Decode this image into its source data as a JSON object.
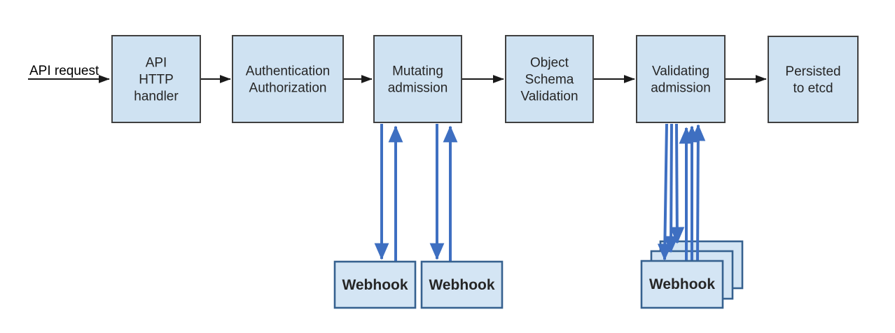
{
  "flow": {
    "request_label": "API request",
    "nodes": [
      {
        "name": "api-http-handler",
        "lines": [
          "API",
          "HTTP",
          "handler"
        ]
      },
      {
        "name": "authentication-authorization",
        "lines": [
          "Authentication",
          "Authorization"
        ]
      },
      {
        "name": "mutating-admission",
        "lines": [
          "Mutating",
          "admission"
        ]
      },
      {
        "name": "object-schema-validation",
        "lines": [
          "Object",
          "Schema",
          "Validation"
        ]
      },
      {
        "name": "validating-admission",
        "lines": [
          "Validating",
          "admission"
        ]
      },
      {
        "name": "persisted-to-etcd",
        "lines": [
          "Persisted",
          "to etcd"
        ]
      }
    ],
    "mutating_webhooks": [
      {
        "label": "Webhook"
      },
      {
        "label": "Webhook"
      }
    ],
    "validating_webhook_stack": [
      {
        "label": "Webhook"
      },
      {
        "label": "Webhook"
      },
      {
        "label": "Webhook"
      }
    ],
    "colors": {
      "node_fill": "#cfe2f2",
      "node_border": "#404040",
      "webhook_fill": "#d4e5f4",
      "webhook_border": "#36618f",
      "flow_arrow": "#1a1a1a",
      "webhook_arrow": "#3e6fc1",
      "text": "#262626"
    }
  }
}
